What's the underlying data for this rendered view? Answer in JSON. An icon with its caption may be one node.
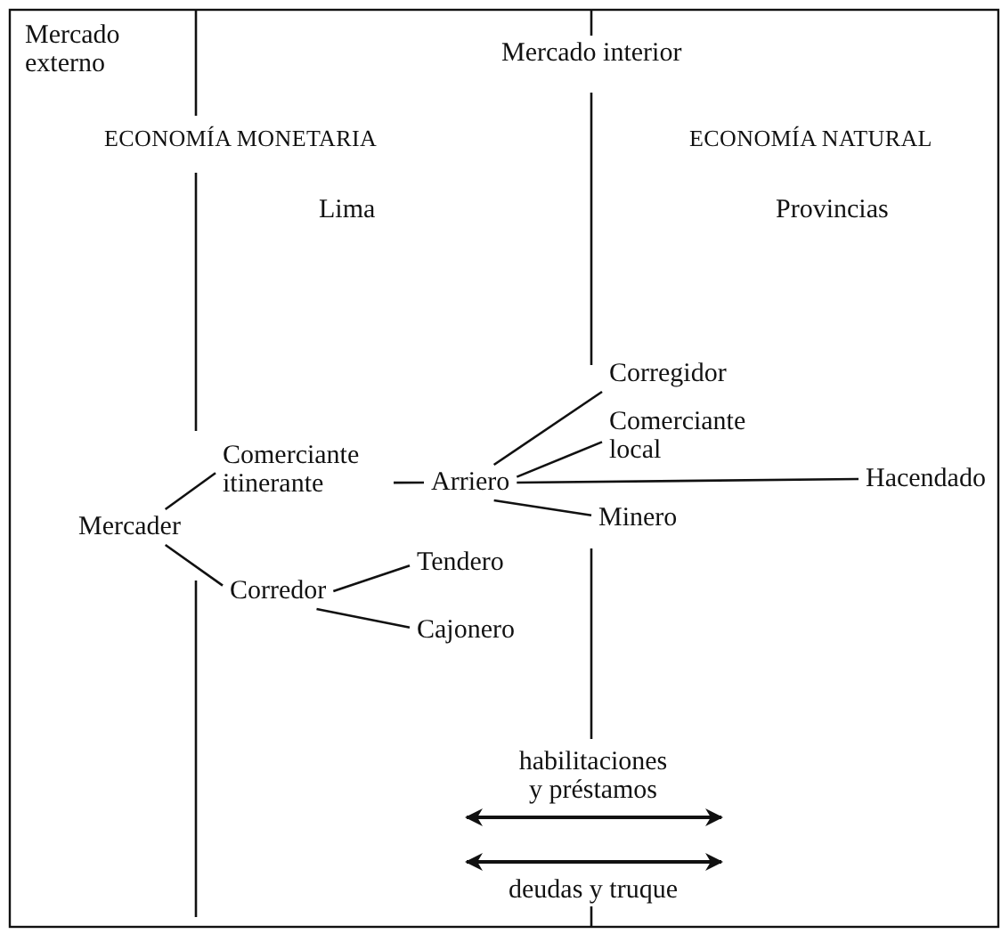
{
  "diagram": {
    "nodes": [
      {
        "text": [
          "Mercader"
        ]
      },
      {
        "text": [
          "Comerciante itinerante"
        ]
      },
      {
        "text": [
          "Corredor"
        ]
      },
      {
        "text": [
          "Tendero"
        ]
      },
      {
        "text": [
          "Cajonero"
        ]
      },
      {
        "text": [
          "Arriero"
        ]
      },
      {
        "text": [
          "Corregidor"
        ]
      },
      {
        "text": [
          "Comerciante local"
        ]
      },
      {
        "text": [
          "Hacendado"
        ]
      },
      {
        "text": [
          "Minero"
        ]
      }
    ],
    "edges": [
      {
        "from": 0,
        "to": 1,
        "arrow": "none"
      },
      {
        "from": 0,
        "to": 2,
        "arrow": "none"
      },
      {
        "from": 1,
        "to": 5,
        "arrow": "none"
      },
      {
        "from": 2,
        "to": 3,
        "arrow": "none"
      },
      {
        "from": 2,
        "to": 4,
        "arrow": "none"
      },
      {
        "from": 5,
        "to": 6,
        "arrow": "none"
      },
      {
        "from": 5,
        "to": 7,
        "arrow": "none"
      },
      {
        "from": 5,
        "to": 8,
        "arrow": "none"
      },
      {
        "from": 5,
        "to": 9,
        "arrow": "none"
      }
    ],
    "labels": [
      "Mercado externo",
      "Mercado interior",
      "ECONOMÍA MONETARIA",
      "ECONOMÍA NATURAL",
      "Lima",
      "Provincias",
      "habilitaciones y préstamos",
      "deudas y truque"
    ]
  }
}
